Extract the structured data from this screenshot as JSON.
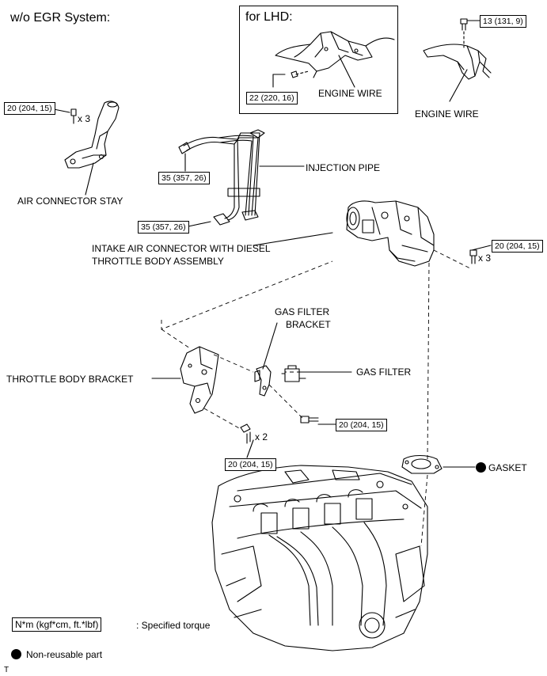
{
  "header": {
    "title": "w/o EGR System:"
  },
  "lhd_inset": {
    "title": "for LHD:",
    "torque": "22 (220, 16)",
    "label": "ENGINE WIRE"
  },
  "engine_wire": {
    "torque": "13 (131, 9)",
    "label": "ENGINE WIRE"
  },
  "air_connector_stay": {
    "torque": "20 (204, 15)",
    "qty": "x 3",
    "label": "AIR CONNECTOR STAY"
  },
  "injection_pipe": {
    "label": "INJECTION PIPE",
    "torque_upper": "35 (357, 26)",
    "torque_lower": "35 (357, 26)"
  },
  "intake_air_connector": {
    "label_line1": "INTAKE AIR CONNECTOR WITH DIESEL",
    "label_line2": "THROTTLE BODY ASSEMBLY",
    "torque": "20 (204, 15)",
    "qty": "x 3"
  },
  "gas_filter_bracket": {
    "label_line1": "GAS FILTER",
    "label_line2": "BRACKET",
    "torque": "20 (204, 15)"
  },
  "gas_filter": {
    "label": "GAS FILTER"
  },
  "throttle_body_bracket": {
    "label": "THROTTLE BODY BRACKET",
    "torque": "20 (204, 15)",
    "qty": "x 2"
  },
  "gasket": {
    "label": "GASKET"
  },
  "legend": {
    "torque_key": "N*m (kgf*cm, ft.*lbf)",
    "torque_desc": ": Specified torque",
    "nonreusable_desc": "Non-reusable part"
  },
  "footer_mark": "T"
}
